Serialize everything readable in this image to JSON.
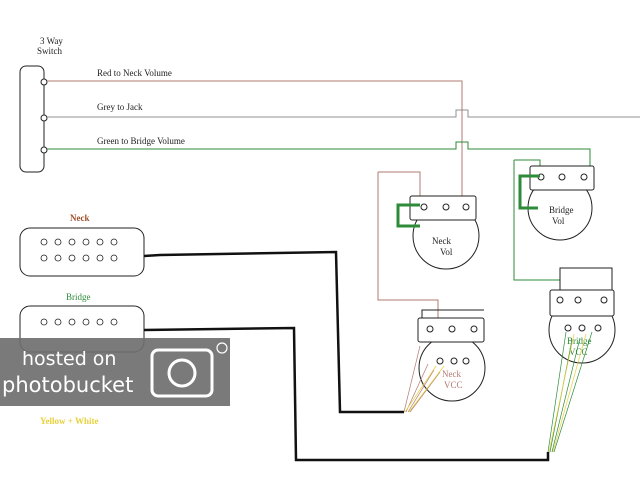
{
  "colors": {
    "red_wire": "#b07a72",
    "grey_wire": "#909090",
    "green_wire": "#2e8b3a",
    "black_wire": "#111111",
    "yellow_wire": "#e8d03a",
    "neck_label": "#a0522d",
    "bridge_label": "#2e8b3a",
    "watermark_bg": "#6f6f6f"
  },
  "switch": {
    "title_line1": "3 Way",
    "title_line2": "Switch"
  },
  "wires": {
    "red": "Red to Neck Volume",
    "grey": "Grey to Jack",
    "green": "Green to Bridge Volume"
  },
  "pickups": {
    "neck": "Neck",
    "bridge": "Bridge"
  },
  "pots": {
    "neck_vol_line1": "Neck",
    "neck_vol_line2": "Vol",
    "bridge_vol_line1": "Bridge",
    "bridge_vol_line2": "Vol",
    "neck_vcc_line1": "Neck",
    "neck_vcc_line2": "VCC",
    "bridge_vcc_line1": "Bridge",
    "bridge_vcc_line2": "VCC"
  },
  "note": "Yellow + White",
  "watermark": {
    "line1": "hosted on",
    "line2": "photobucket"
  }
}
